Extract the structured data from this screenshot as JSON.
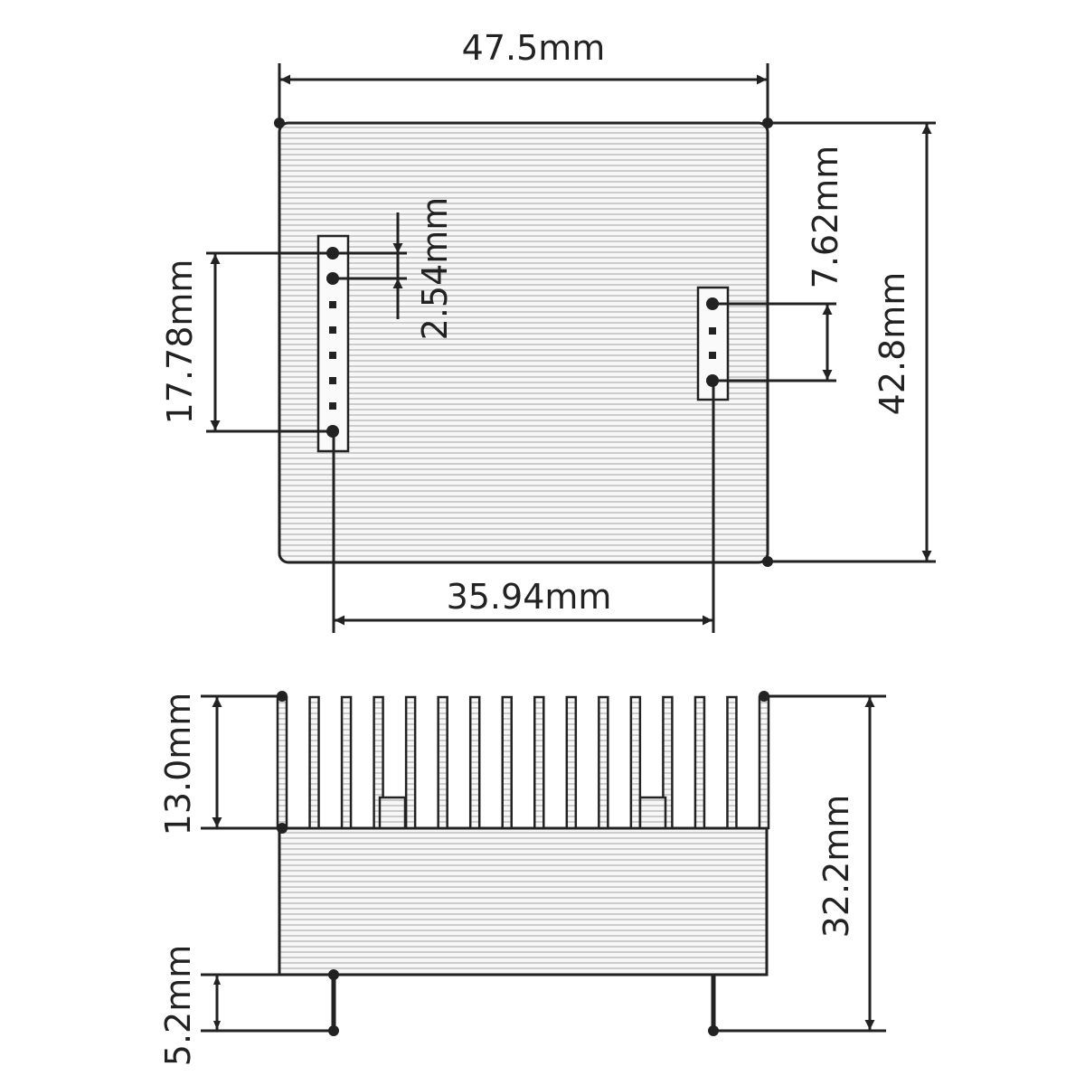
{
  "title": "Heatsink module dimensional drawing",
  "colors": {
    "line": "#222222",
    "hatch": "#bbbbbb",
    "fill": "#f4f4f4"
  },
  "top_view": {
    "width_label": "47.5mm",
    "height_label": "42.8mm",
    "pin_pitch_label": "2.54mm",
    "left_header_span_label": "17.78mm",
    "right_header_span_label": "7.62mm",
    "header_spacing_label": "35.94mm",
    "left_header_pins": 8,
    "right_header_pins": 4
  },
  "side_view": {
    "fin_height_label": "13.0mm",
    "total_height_label": "32.2mm",
    "pin_length_label": "5.2mm",
    "fin_count": 16
  }
}
